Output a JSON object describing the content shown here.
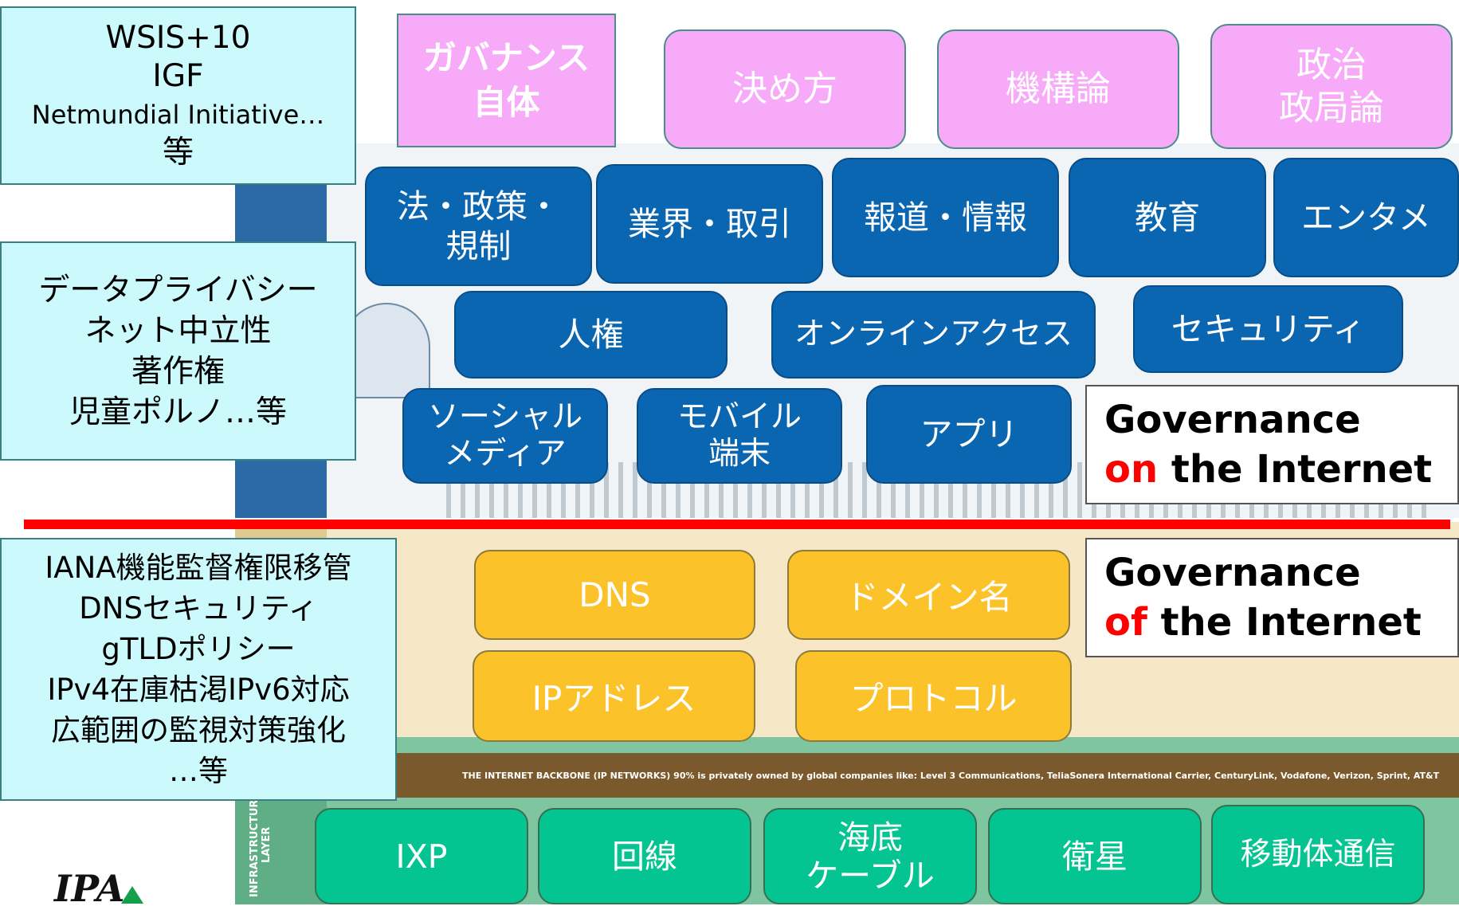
{
  "notes": {
    "forums": [
      "WSIS+10",
      "IGF",
      "Netmundial Initiative…",
      "等"
    ],
    "issues_top": [
      "データプライバシー",
      "ネット中立性",
      "著作権",
      "児童ポルノ…等"
    ],
    "issues_bottom": [
      "IANA機能監督権限移管",
      "DNSセキュリティ",
      "gTLDポリシー",
      "IPv4在庫枯渇IPv6対応",
      "広範囲の監視対策強化",
      "…等"
    ]
  },
  "governance_layer": {
    "itself": [
      "ガバナンス",
      "自体"
    ],
    "decision": "決め方",
    "institution": "機構論",
    "politics": [
      "政治",
      "政局論"
    ]
  },
  "application_layer": {
    "law": [
      "法・政策・",
      "規制"
    ],
    "industry": "業界・取引",
    "news": "報道・情報",
    "education": "教育",
    "entertainment": "エンタメ",
    "human_rights": "人権",
    "online_access": "オンラインアクセス",
    "security": "セキュリティ",
    "social_media": [
      "ソーシャル",
      "メディア"
    ],
    "mobile_device": [
      "モバイル",
      "端末"
    ],
    "app": "アプリ"
  },
  "logical_layer": {
    "dns": "DNS",
    "domain_name": "ドメイン名",
    "ip_address": "IPアドレス",
    "protocol": "プロトコル"
  },
  "infrastructure_layer": {
    "ixp": "IXP",
    "line": "回線",
    "submarine_cable": [
      "海底",
      "ケーブル"
    ],
    "satellite": "衛星",
    "mobile_comm": "移動体通信"
  },
  "labels": {
    "gov_on": {
      "line1": "Governance",
      "emph": "on",
      "rest": " the Internet"
    },
    "gov_of": {
      "line1": "Governance",
      "emph": "of",
      "rest": " the Internet"
    }
  },
  "background": {
    "backbone": "THE INTERNET BACKBONE (IP NETWORKS) 90% is privately owned by global companies like: Level 3 Communications, TeliaSonera International Carrier, CenturyLink, Vodafone, Verizon, Sprint, AT&T",
    "layer_label": "INFRASTRUCTURE LAYER"
  },
  "logo": "IPA",
  "colors": {
    "note_bg": "#ccfafc",
    "pink": "#f7aaf7",
    "blue": "#0b66b2",
    "yellow": "#fcc22a",
    "green": "#04c491",
    "divider": "#ff0000"
  }
}
